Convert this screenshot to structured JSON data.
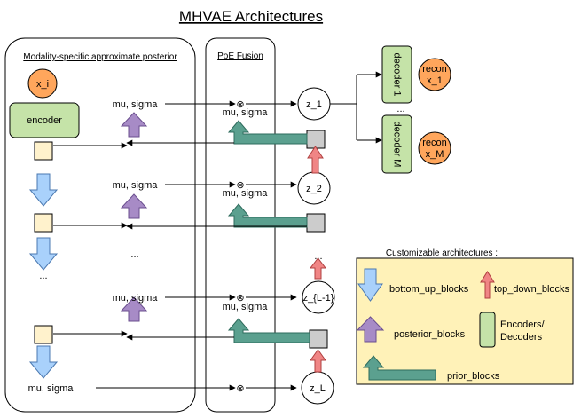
{
  "title": "MHVAE Architectures",
  "left_panel": {
    "title": "Modality-specific approximate posterior",
    "input_label": "x_i",
    "encoder_label": "encoder",
    "posterior_label": "mu, sigma",
    "bottom_label": "mu, sigma",
    "dots": "...",
    "dots_vertical": "..."
  },
  "fusion_panel": {
    "title": "PoE Fusion",
    "fused_label": "mu, sigma",
    "product_symbol": "⊗"
  },
  "latents": [
    "z_1",
    "z_2",
    "z_{L-1}",
    "z_L"
  ],
  "latent_dots": "...",
  "decoders": {
    "decoder_1": "decoder 1",
    "decoder_m": "decoder M",
    "dots": "...",
    "recon_1": [
      "recon",
      "x_1"
    ],
    "recon_m": [
      "recon",
      "x_M"
    ]
  },
  "legend": {
    "title": "Customizable architectures :",
    "bottom_up": "bottom_up_blocks",
    "top_down": "top_down_blocks",
    "posterior": "posterior_blocks",
    "encoders": [
      "Encoders/",
      "Decoders"
    ],
    "prior": "prior_blocks"
  },
  "colors": {
    "orange": "#FFA65C",
    "green": "#C5E3A8",
    "cream": "#FFF2CC",
    "legend_bg": "#FFF2B8",
    "blue": "#A9D1FB",
    "purple": "#A78BC6",
    "teal": "#5BA08F",
    "red": "#F08585",
    "gray": "#CCCCCC"
  }
}
